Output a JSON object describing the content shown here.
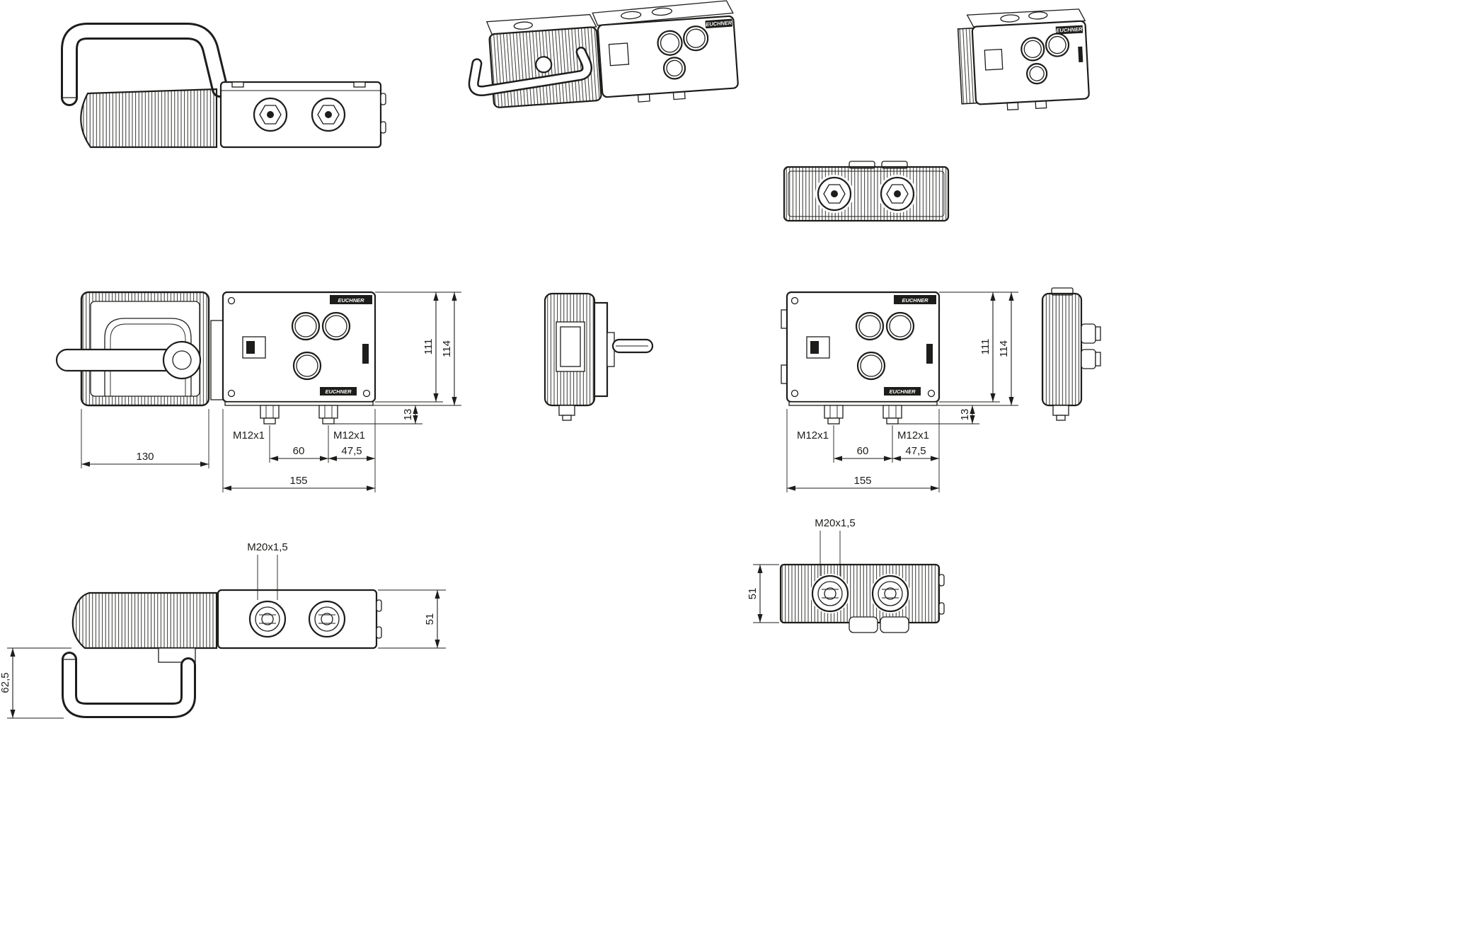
{
  "drawing": {
    "brand": "EUCHNER",
    "dims": {
      "handle_module_width": "130",
      "connector_spacing": "60",
      "connector_edge_offset": "47,5",
      "module_width": "155",
      "connector_protrusion": "13",
      "body_height": "111",
      "overall_height": "114",
      "bottom_depth": "51",
      "handle_offset": "62,5",
      "m12_thread": "M12x1",
      "m20_thread": "M20x1,5"
    }
  }
}
